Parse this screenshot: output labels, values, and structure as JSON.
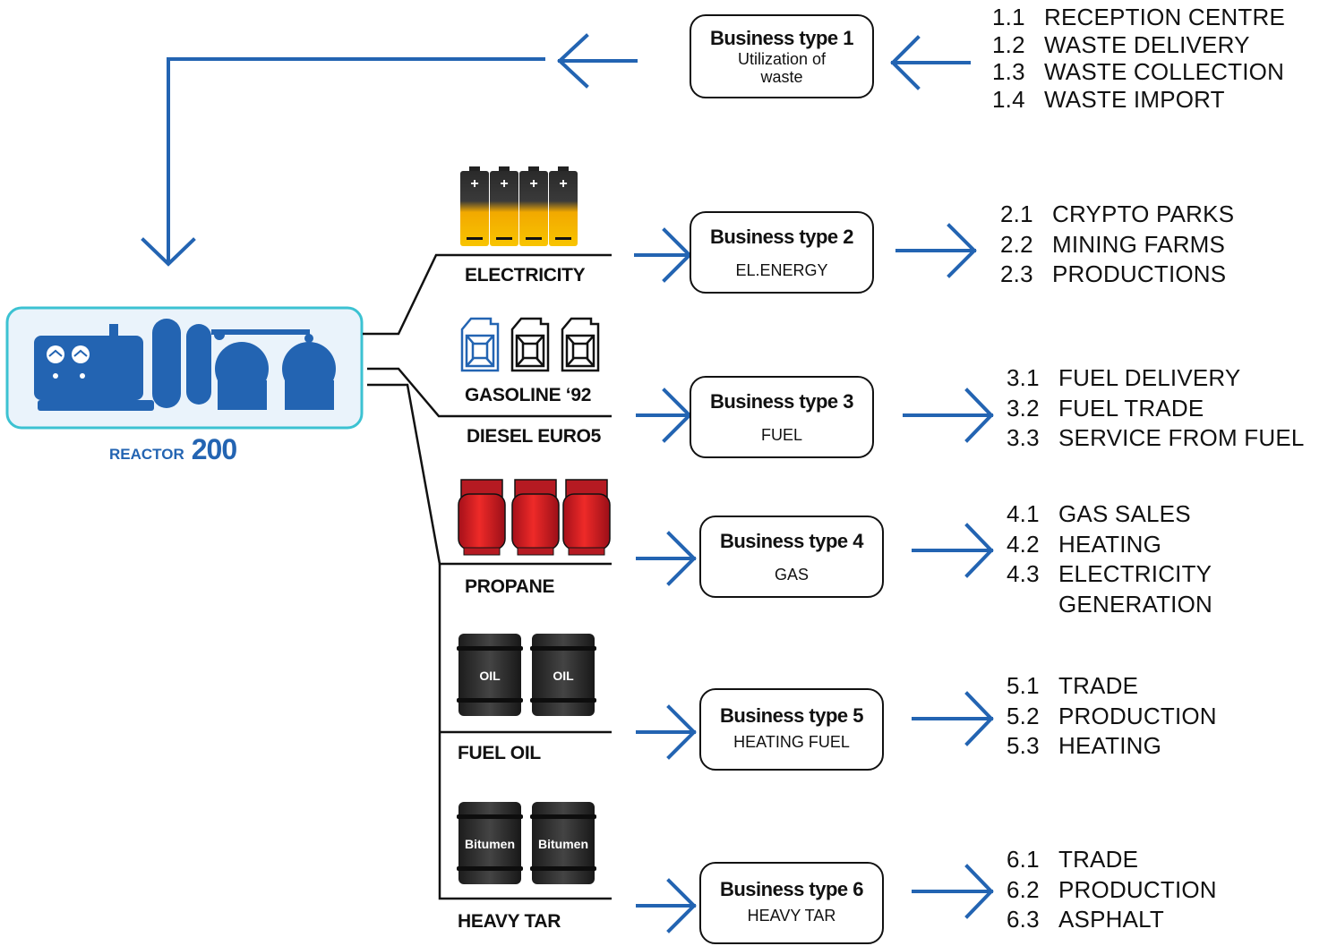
{
  "colors": {
    "accent": "#2364b2",
    "reactor_border": "#3cc2d2",
    "reactor_bg": "#eaf3fb",
    "ink": "#111111",
    "battery_top": "#1a1a1a",
    "battery_fill": "#f5b400",
    "propane_red": "#e0201f",
    "barrel": "#222222"
  },
  "reactor": {
    "word": "REACTOR",
    "number": "200",
    "icon": "reactor-machine-icon"
  },
  "business_types": [
    {
      "title": "Business type 1",
      "subtitle": "Utilization of\nwaste",
      "items": [
        {
          "num": "1.1",
          "text": "RECEPTION CENTRE"
        },
        {
          "num": "1.2",
          "text": "WASTE DELIVERY"
        },
        {
          "num": "1.3",
          "text": "WASTE COLLECTION"
        },
        {
          "num": "1.4",
          "text": "WASTE IMPORT"
        }
      ]
    },
    {
      "title": "Business type 2",
      "subtitle": "EL.ENERGY",
      "items": [
        {
          "num": "2.1",
          "text": "CRYPTO PARKS"
        },
        {
          "num": "2.2",
          "text": "MINING FARMS"
        },
        {
          "num": "2.3",
          "text": "PRODUCTIONS"
        }
      ]
    },
    {
      "title": "Business type 3",
      "subtitle": "FUEL",
      "items": [
        {
          "num": "3.1",
          "text": "FUEL DELIVERY"
        },
        {
          "num": "3.2",
          "text": "FUEL TRADE"
        },
        {
          "num": "3.3",
          "text": "SERVICE FROM FUEL"
        }
      ]
    },
    {
      "title": "Business type 4",
      "subtitle": "GAS",
      "items": [
        {
          "num": "4.1",
          "text": "GAS SALES"
        },
        {
          "num": "4.2",
          "text": "HEATING"
        },
        {
          "num": "4.3",
          "text": "ELECTRICITY\nGENERATION"
        }
      ]
    },
    {
      "title": "Business type 5",
      "subtitle": "HEATING FUEL",
      "items": [
        {
          "num": "5.1",
          "text": "TRADE"
        },
        {
          "num": "5.2",
          "text": "PRODUCTION"
        },
        {
          "num": "5.3",
          "text": "HEATING"
        }
      ]
    },
    {
      "title": "Business type 6",
      "subtitle": "HEAVY TAR",
      "items": [
        {
          "num": "6.1",
          "text": "TRADE"
        },
        {
          "num": "6.2",
          "text": "PRODUCTION"
        },
        {
          "num": "6.3",
          "text": "ASPHALT"
        }
      ]
    }
  ],
  "products": {
    "electricity": "ELECTRICITY",
    "gasoline": "GASOLINE ‘92",
    "diesel": "DIESEL EURO5",
    "propane": "PROPANE",
    "fuel_oil": "FUEL OIL",
    "heavy_tar": "HEAVY TAR",
    "oil_label": "OIL",
    "bitumen_label": "Bitumen"
  },
  "icons": [
    "battery-icon",
    "jerrycan-icon",
    "gas-cylinder-icon",
    "oil-barrel-icon",
    "bitumen-barrel-icon",
    "arrow-left-icon",
    "arrow-right-icon",
    "arrow-down-icon"
  ]
}
